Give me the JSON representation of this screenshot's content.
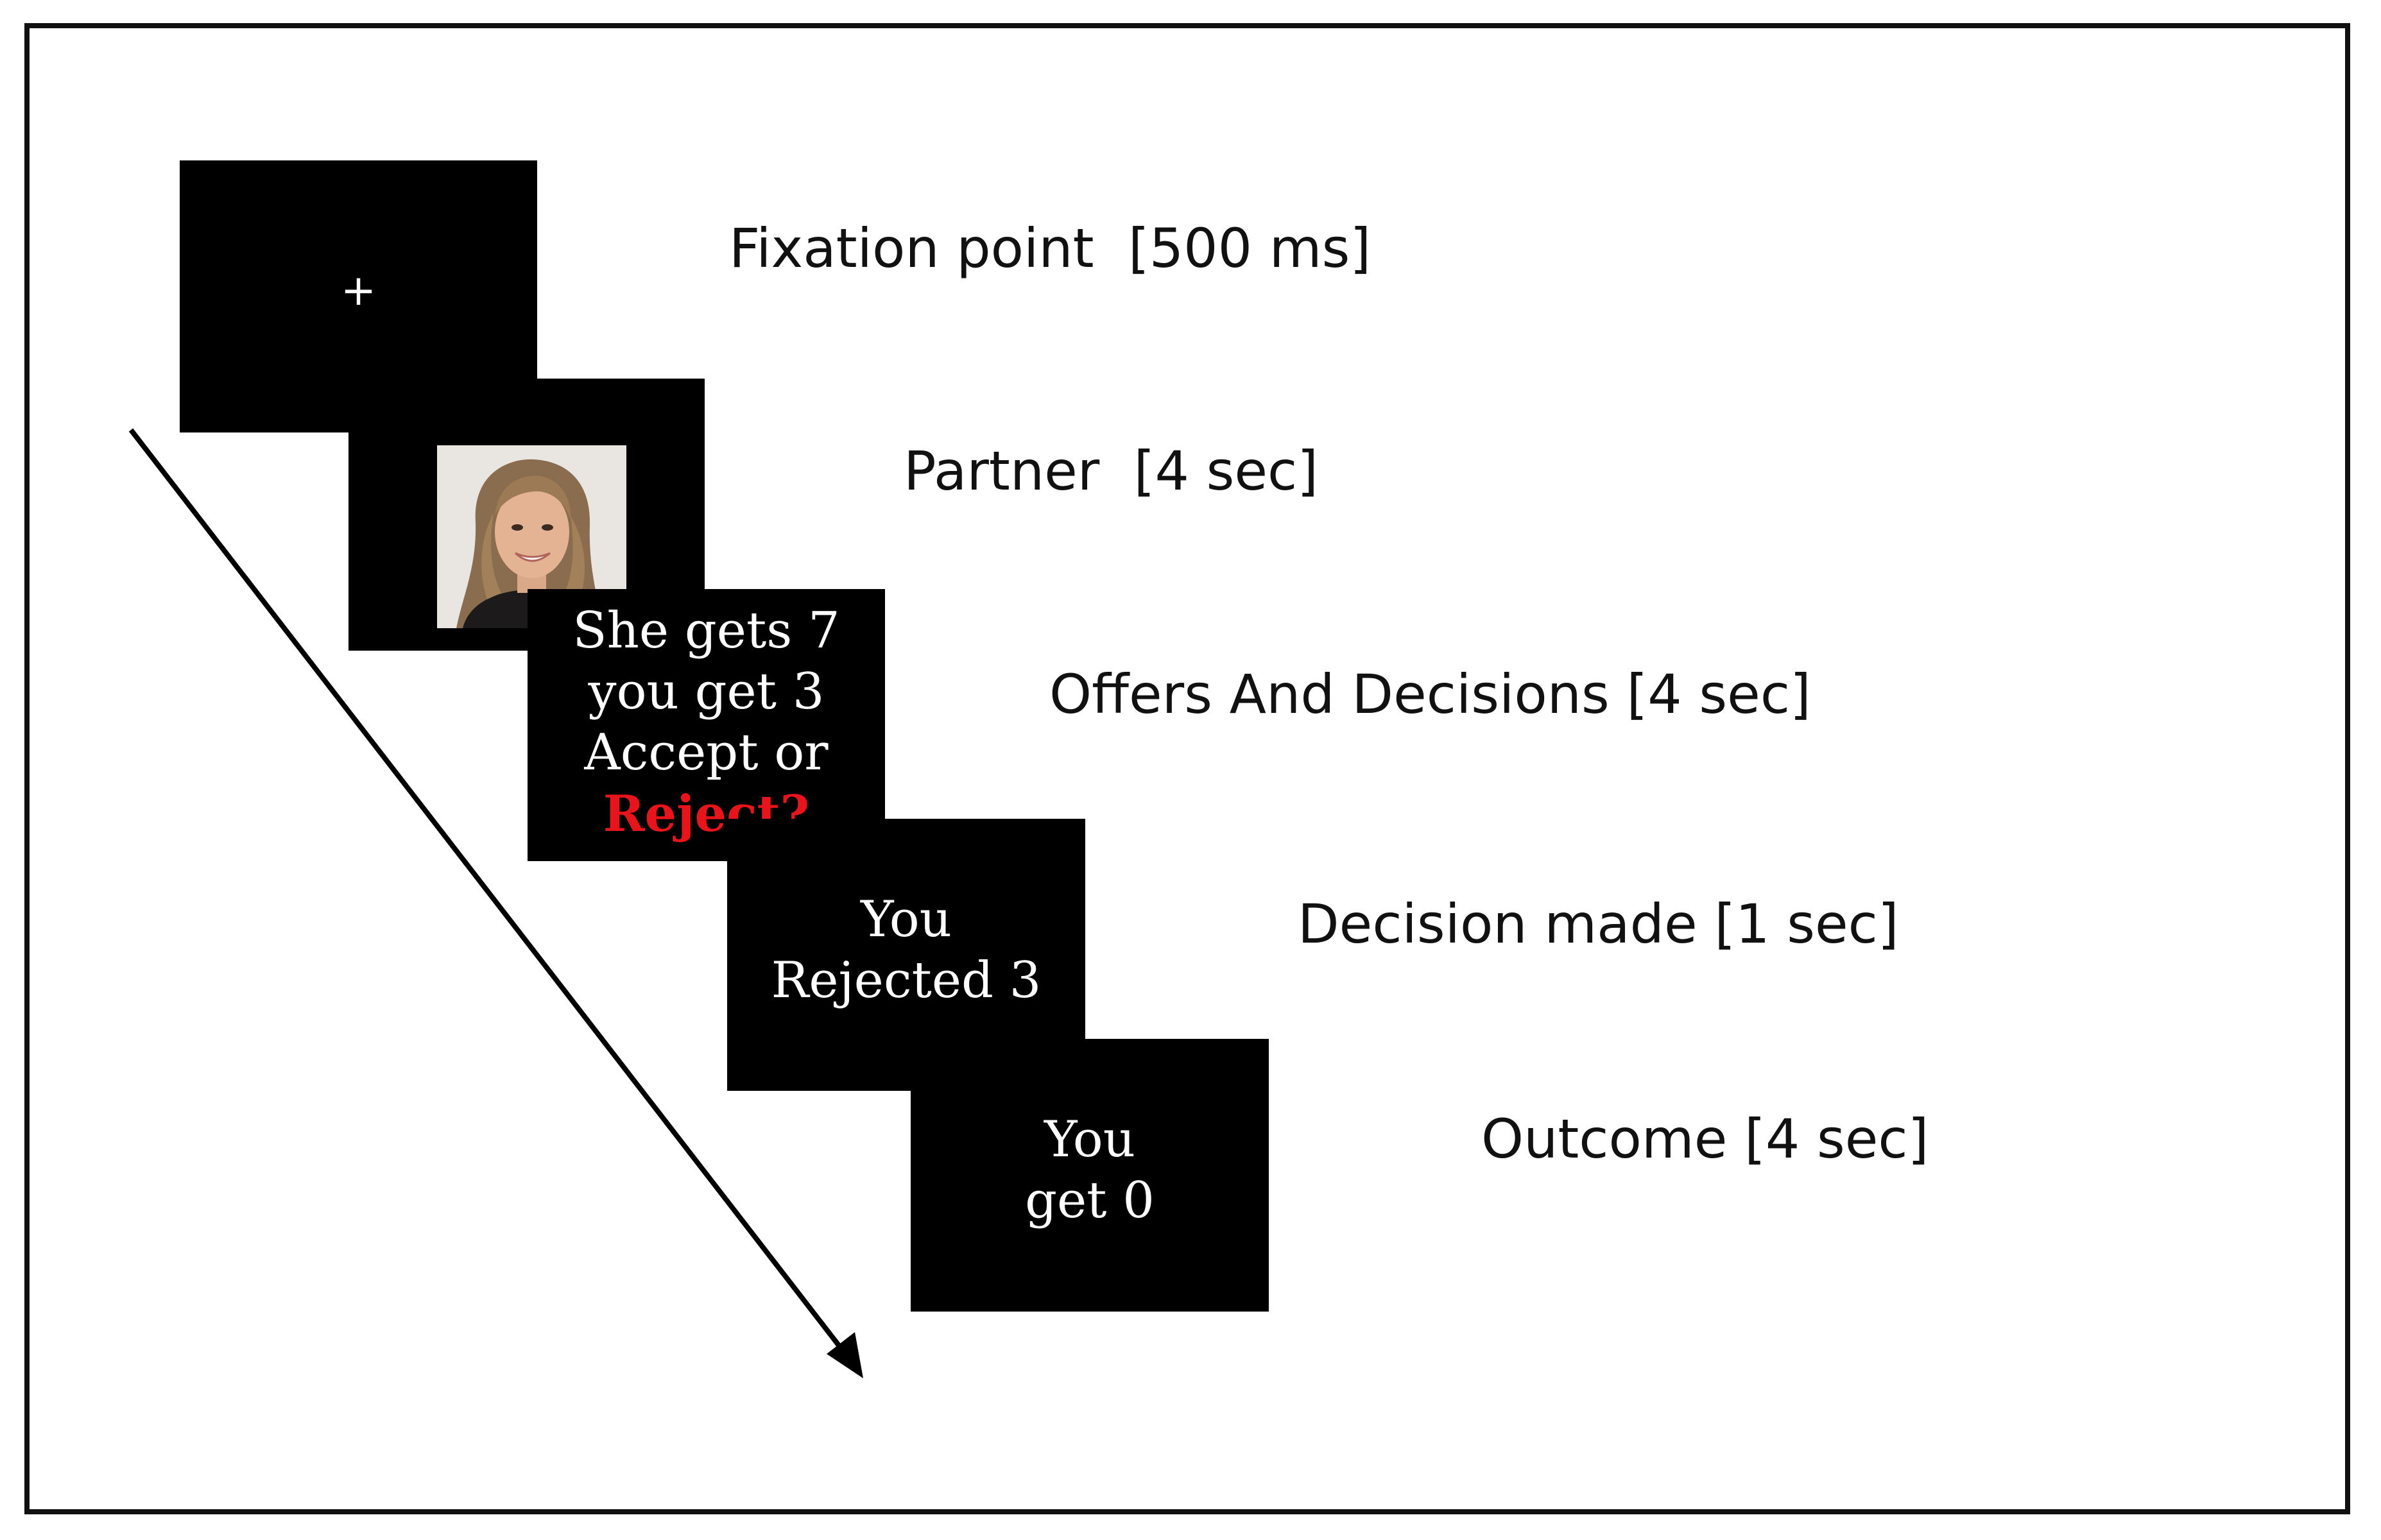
{
  "steps": [
    {
      "screen": "+",
      "label": "Fixation point  [500 ms]"
    },
    {
      "screen": "partner-photo",
      "label": "Partner  [4 sec]"
    },
    {
      "screen_lines": [
        "She gets 7",
        "you get 3",
        "Accept or"
      ],
      "screen_highlight": "Reject?",
      "label": "Offers And Decisions [4 sec]"
    },
    {
      "screen_lines": [
        "You",
        "Rejected 3"
      ],
      "label": "Decision made [1 sec]"
    },
    {
      "screen_lines": [
        "You",
        "get 0"
      ],
      "label": "Outcome [4 sec]"
    }
  ],
  "colors": {
    "screen_background": "#000000",
    "screen_text": "#ffffff",
    "highlight_text": "#e8141b",
    "label_text": "#111111"
  },
  "icons": {
    "time_arrow": "arrow-down-right-icon",
    "partner": "partner-photo"
  }
}
